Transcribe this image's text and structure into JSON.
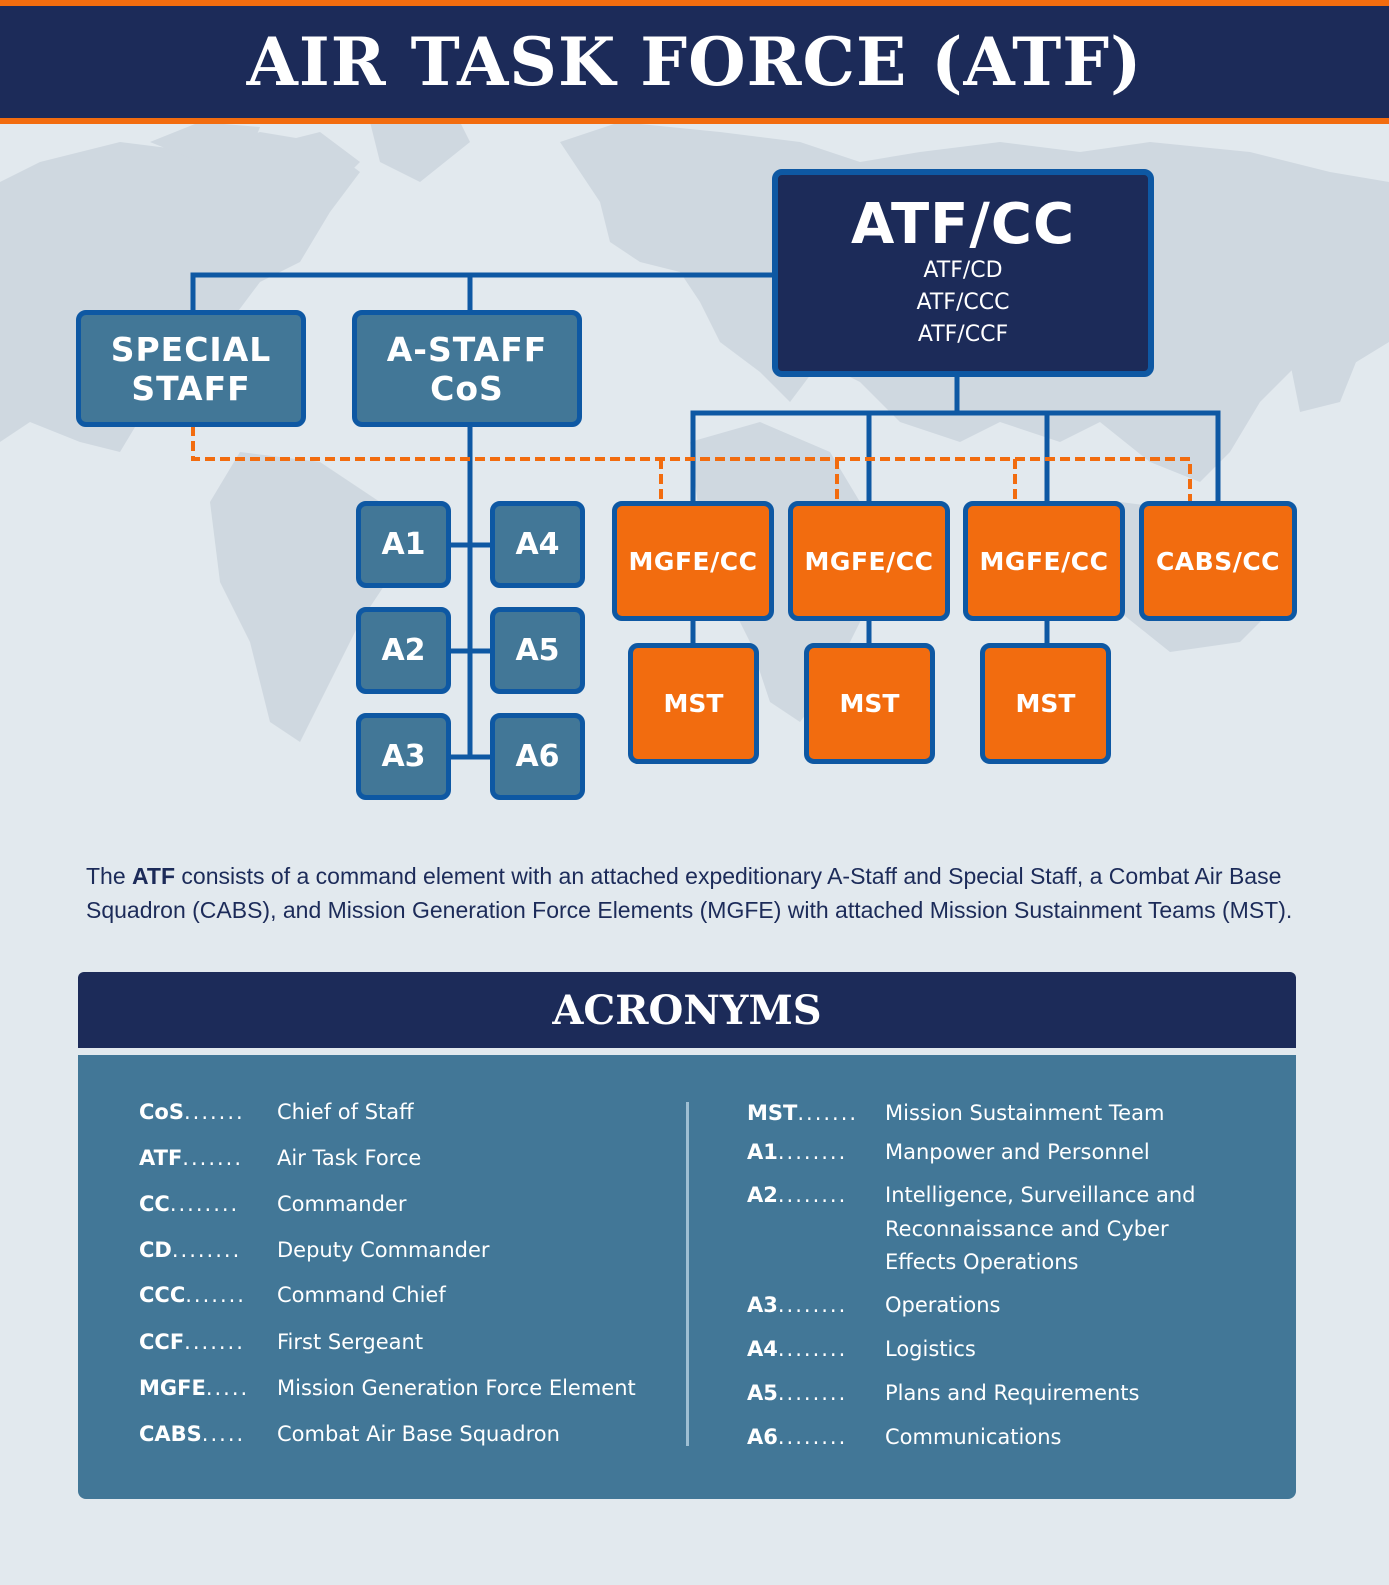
{
  "header": {
    "title": "AIR TASK FORCE (ATF)"
  },
  "colors": {
    "navy": "#1c2b59",
    "orange": "#f26c0f",
    "staff_blue": "#427797",
    "line_blue": "#0e58a3",
    "background": "#e2e9ee"
  },
  "org_chart": {
    "commander": {
      "title": "ATF/CC",
      "subtitles": [
        "ATF/CD",
        "ATF/CCC",
        "ATF/CCF"
      ]
    },
    "special_staff": {
      "line1": "SPECIAL",
      "line2": "STAFF"
    },
    "a_staff": {
      "line1": "A-STAFF",
      "line2": "CoS"
    },
    "a_boxes": [
      "A1",
      "A2",
      "A3",
      "A4",
      "A5",
      "A6"
    ],
    "elements": [
      {
        "label": "MGFE/CC",
        "sub": "MST"
      },
      {
        "label": "MGFE/CC",
        "sub": "MST"
      },
      {
        "label": "MGFE/CC",
        "sub": "MST"
      },
      {
        "label": "CABS/CC"
      }
    ]
  },
  "summary": {
    "prefix": "The ",
    "bold": "ATF",
    "text": " consists of a command element with an attached expeditionary A-Staff and Special Staff, a Combat Air Base Squadron (CABS), and Mission Generation Force Elements (MGFE) with attached Mission Sustainment Teams (MST)."
  },
  "acronyms": {
    "title": "ACRONYMS",
    "left": [
      {
        "term": "CoS",
        "dots": ".......",
        "def": "Chief of Staff"
      },
      {
        "term": "ATF",
        "dots": ".......",
        "def": "Air Task Force"
      },
      {
        "term": "CC",
        "dots": "........",
        "def": "Commander"
      },
      {
        "term": "CD",
        "dots": "........",
        "def": "Deputy Commander"
      },
      {
        "term": "CCC",
        "dots": ".......",
        "def": "Command Chief"
      },
      {
        "term": "CCF",
        "dots": ".......",
        "def": "First Sergeant"
      },
      {
        "term": "MGFE",
        "dots": " .....",
        "def": "Mission Generation Force Element"
      },
      {
        "term": "CABS",
        "dots": " .....",
        "def": "Combat Air Base Squadron"
      }
    ],
    "right": [
      {
        "term": "MST",
        "dots": ".......",
        "def": "Mission Sustainment Team"
      },
      {
        "term": "A1",
        "dots": " ........",
        "def": "Manpower and Personnel"
      },
      {
        "term": "A2",
        "dots": "........",
        "def": "Intelligence, Surveillance and",
        "def2": "Reconnaissance and Cyber",
        "def3": "Effects Operations"
      },
      {
        "term": "A3",
        "dots": "........",
        "def": "Operations"
      },
      {
        "term": "A4",
        "dots": "........",
        "def": "Logistics"
      },
      {
        "term": "A5",
        "dots": "........",
        "def": "Plans and Requirements"
      },
      {
        "term": "A6",
        "dots": "........",
        "def": "Communications"
      }
    ]
  }
}
